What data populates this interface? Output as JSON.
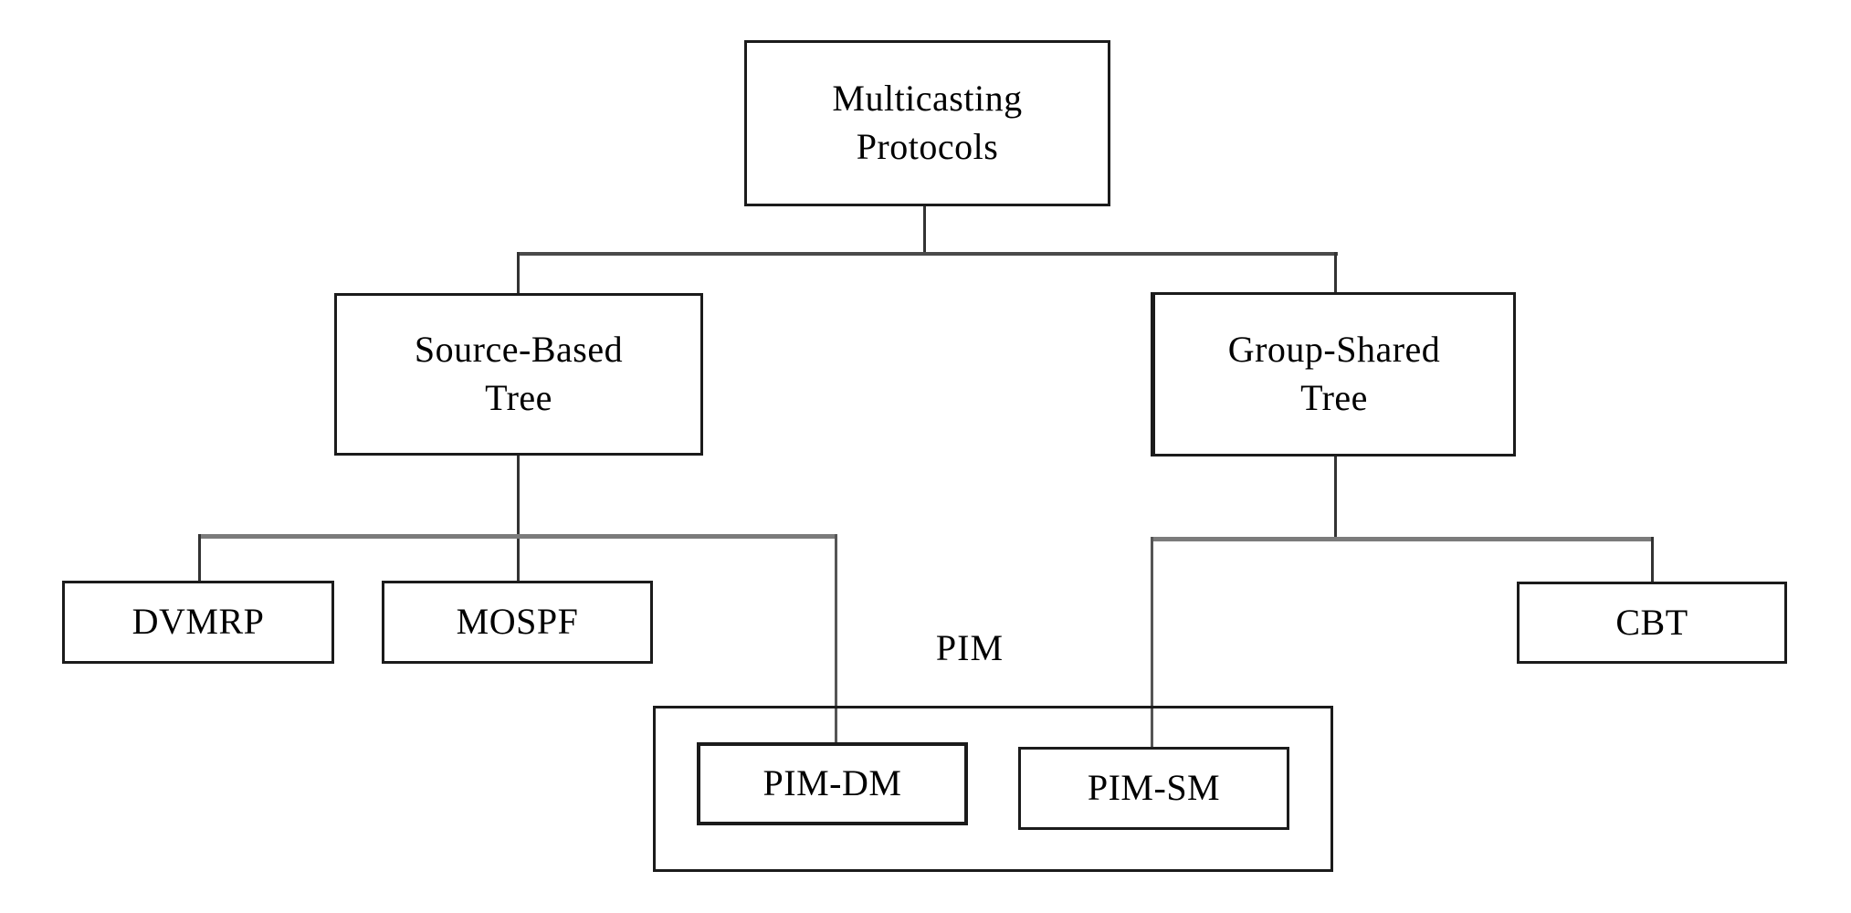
{
  "diagram": {
    "type": "tree-hierarchy",
    "background": "#ffffff",
    "colors": {
      "box_border": "#1b1b1b",
      "text": "#000000",
      "connector_dark": "#333333",
      "connector_horizontal_dark": "#4a4a4a",
      "connector_horizontal_gray": "#7b7b7b"
    },
    "nodes": {
      "multicasting": {
        "line1": "Multicasting",
        "line2": "Protocols"
      },
      "source_based": {
        "line1": "Source-Based",
        "line2": "Tree"
      },
      "group_shared": {
        "line1": "Group-Shared",
        "line2": "Tree"
      },
      "dvmrp": {
        "label": "DVMRP"
      },
      "mospf": {
        "label": "MOSPF"
      },
      "cbt": {
        "label": "CBT"
      },
      "pim_group": {
        "label": "PIM"
      },
      "pim_dm": {
        "label": "PIM-DM"
      },
      "pim_sm": {
        "label": "PIM-SM"
      }
    },
    "edges": [
      "Multicasting Protocols -> Source-Based Tree",
      "Multicasting Protocols -> Group-Shared Tree",
      "Source-Based Tree -> DVMRP",
      "Source-Based Tree -> MOSPF",
      "Source-Based Tree -> PIM-DM",
      "Group-Shared Tree -> PIM-SM",
      "Group-Shared Tree -> CBT"
    ]
  }
}
